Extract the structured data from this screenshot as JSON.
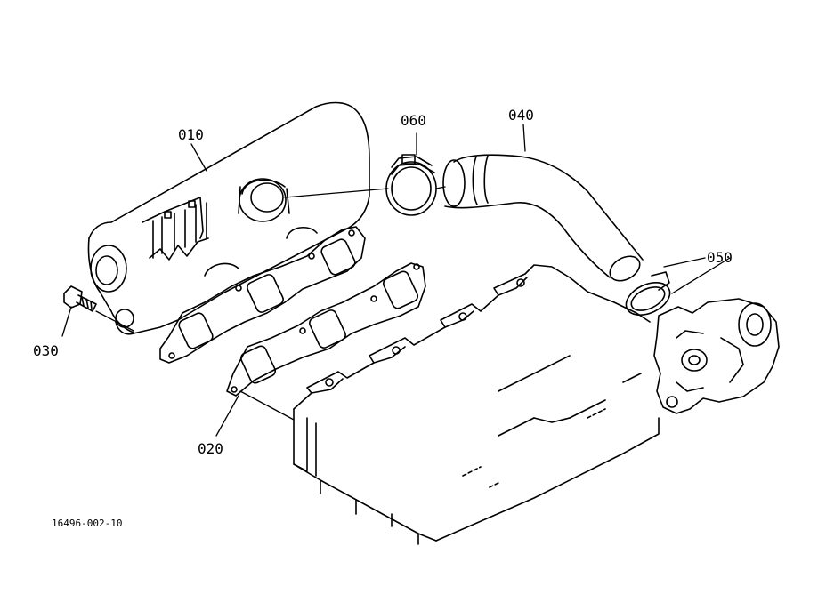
{
  "diagram": {
    "labels": {
      "p010": "010",
      "p020": "020",
      "p030": "030",
      "p040": "040",
      "p050": "050",
      "p060": "060"
    },
    "drawing_number": "16496-002-10"
  },
  "colors": {
    "line": "#000000",
    "background": "#ffffff"
  }
}
